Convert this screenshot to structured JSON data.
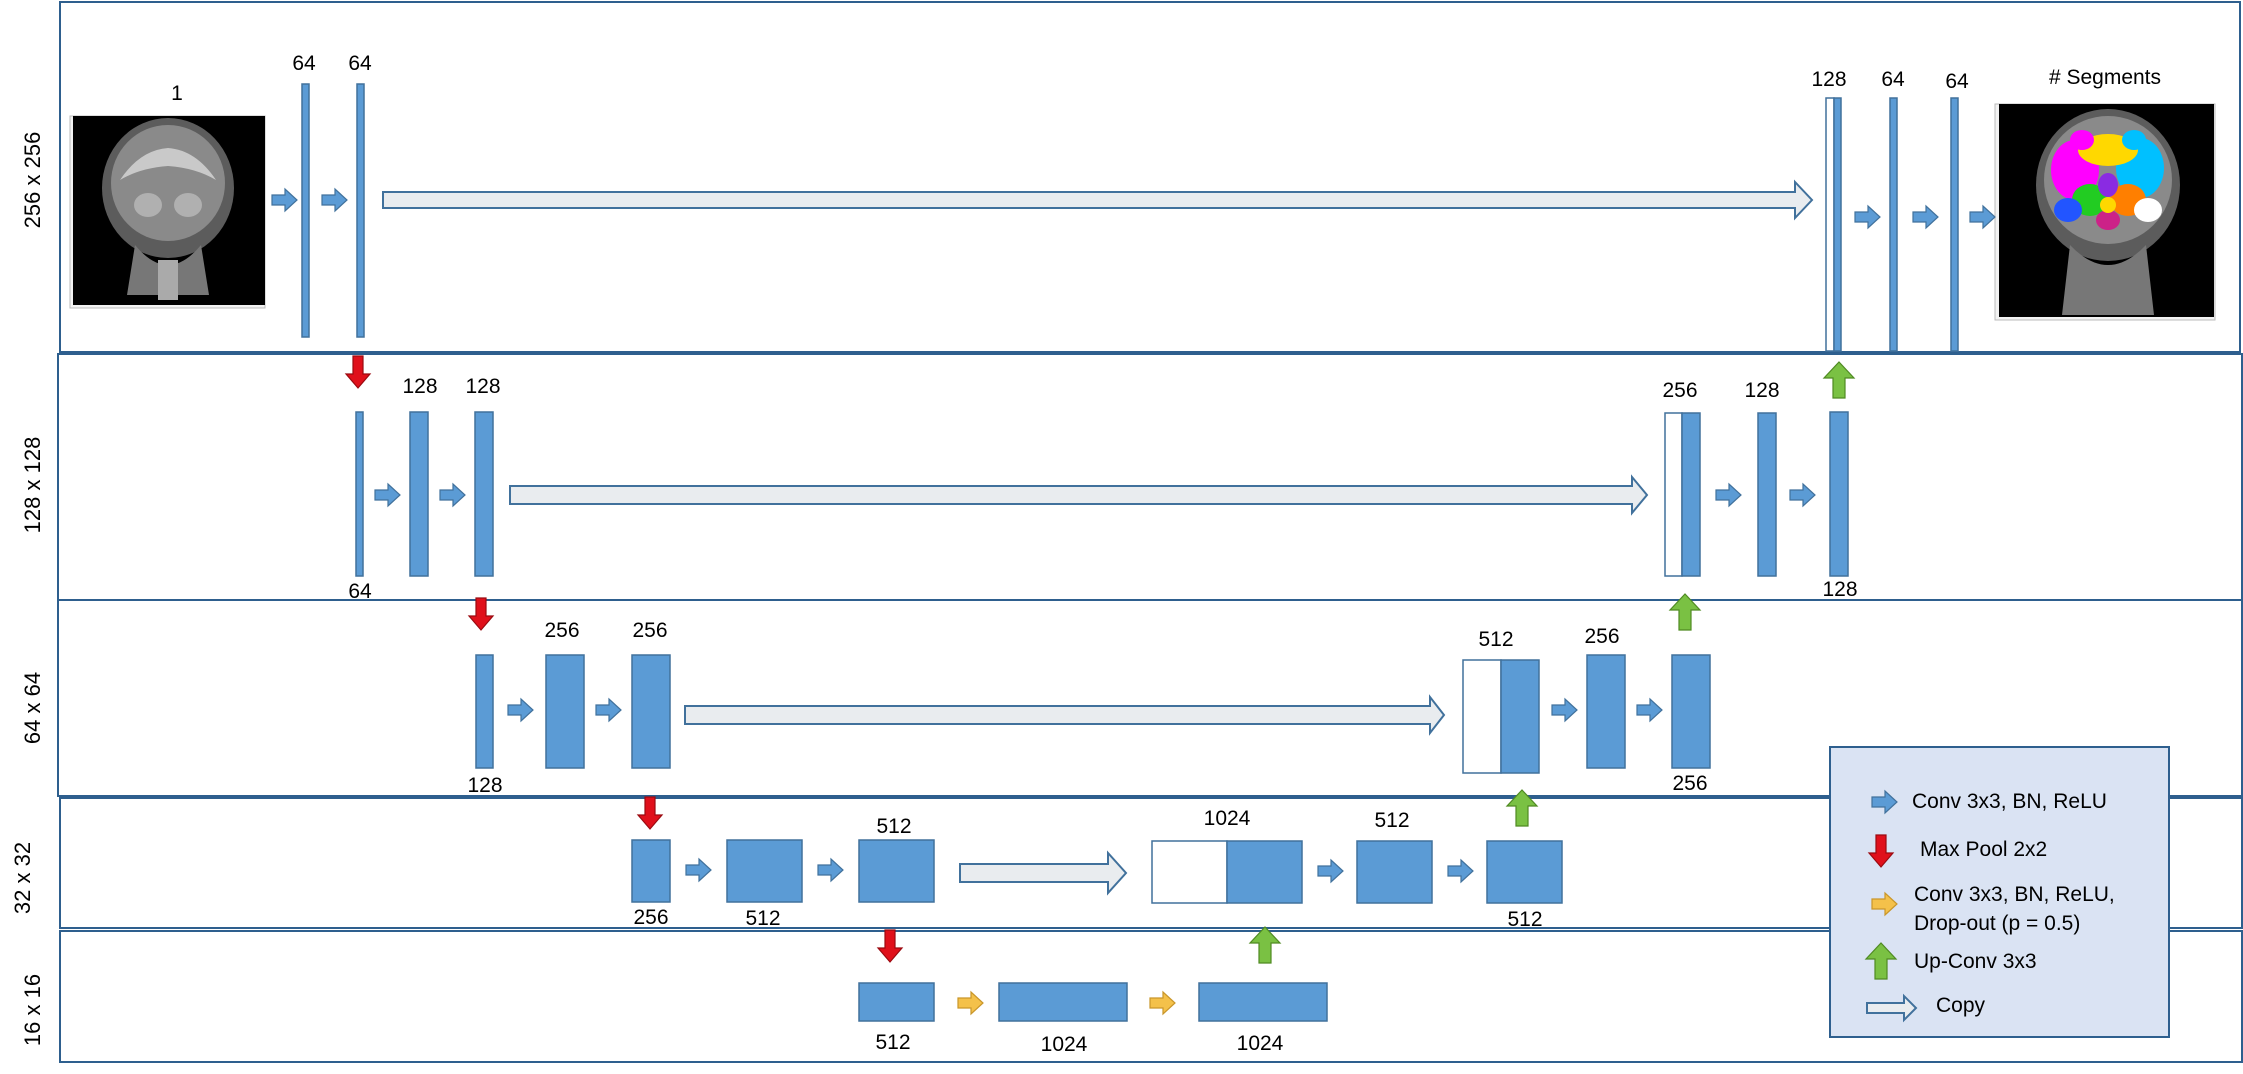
{
  "levels": [
    {
      "id": "l256",
      "label": "256 x 256"
    },
    {
      "id": "l128",
      "label": "128 x 128"
    },
    {
      "id": "l64",
      "label": "64 x 64"
    },
    {
      "id": "l32",
      "label": "32 x 32"
    },
    {
      "id": "l16",
      "label": "16 x 16"
    }
  ],
  "images": {
    "input_label": "1",
    "output_label": "# Segments"
  },
  "channels": {
    "l1_enc1": "64",
    "l1_enc2": "64",
    "l1_dec_concat": "128",
    "l1_dec1": "64",
    "l1_dec2": "64",
    "l2_in": "64",
    "l2_enc1": "128",
    "l2_enc2": "128",
    "l2_dec_concat": "256",
    "l2_dec1": "128",
    "l2_up": "128",
    "l3_in": "128",
    "l3_enc1": "256",
    "l3_enc2": "256",
    "l3_dec_concat": "512",
    "l3_dec1": "256",
    "l3_up": "256",
    "l4_in": "256",
    "l4_enc1": "512",
    "l4_enc2": "512",
    "l4_dec_concat": "1024",
    "l4_dec1": "512",
    "l4_up": "512",
    "l5_in": "512",
    "l5_b1": "1024",
    "l5_b2": "1024"
  },
  "legend": {
    "conv": "Conv 3x3, BN, ReLU",
    "pool": "Max Pool 2x2",
    "dropout_line1": "Conv 3x3, BN, ReLU,",
    "dropout_line2": "Drop-out (p = 0.5)",
    "upconv": "Up-Conv 3x3",
    "copy": "Copy"
  },
  "colors": {
    "block": "#5b9bd5",
    "block_stroke": "#41719c",
    "frame": "#2e5f8e",
    "pool": "#e0101b",
    "dropout": "#f4c14a",
    "upconv": "#7ac143",
    "copy_fill": "#e9ecef",
    "legend_bg": "#dae3f3"
  },
  "segment_colors": [
    "#ff00ff",
    "#00c0ff",
    "#ffd800",
    "#22cc22",
    "#ff7f00",
    "#8a2be2",
    "#2255ff",
    "#ffffff",
    "#cc2288"
  ]
}
